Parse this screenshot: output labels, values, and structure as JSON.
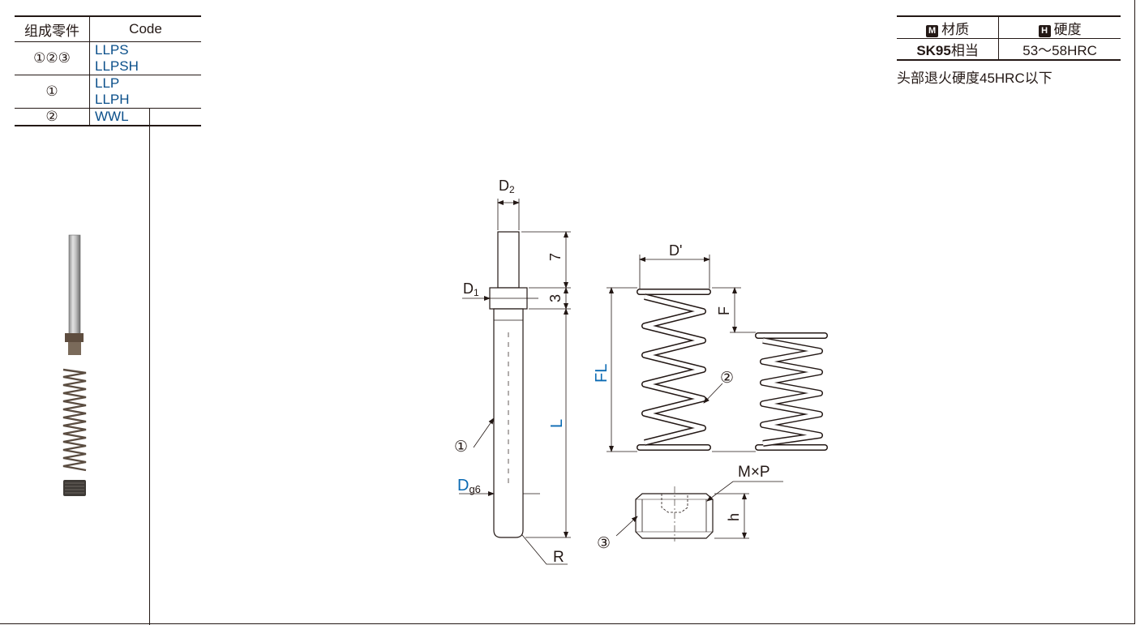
{
  "parts_table": {
    "header": {
      "col1": "组成零件",
      "col2": "Code"
    },
    "rows": [
      {
        "parts": "①②③",
        "codes": [
          "LLPS",
          "LLPSH"
        ]
      },
      {
        "parts": "①",
        "codes": [
          "LLP",
          "LLPH"
        ]
      },
      {
        "parts": "②",
        "codes": [
          "WWL",
          ""
        ]
      }
    ]
  },
  "material_table": {
    "header": {
      "material_icon": "M",
      "material": "材质",
      "hardness_icon": "H",
      "hardness": "硬度"
    },
    "row": {
      "material_bold": "SK95",
      "material_suffix": "相当",
      "hardness": "53～58HRC"
    }
  },
  "hardness_note": "头部退火硬度45HRC以下",
  "drawing_labels": {
    "d2": "D",
    "d2_sub": "2",
    "d1": "D",
    "d1_sub": "1",
    "seven": "7",
    "three": "3",
    "L": "L",
    "dg6": "D",
    "dg6_sub": "g6",
    "R": "R",
    "pin_callout": "①",
    "d_prime": "D'",
    "F": "F",
    "FL": "FL",
    "spring_callout": "②",
    "mxp": "M×P",
    "h": "h",
    "screw_callout": "③"
  },
  "colors": {
    "ink": "#231815",
    "code_blue": "#0a4f8a",
    "dim_blue": "#0a6ab3"
  }
}
